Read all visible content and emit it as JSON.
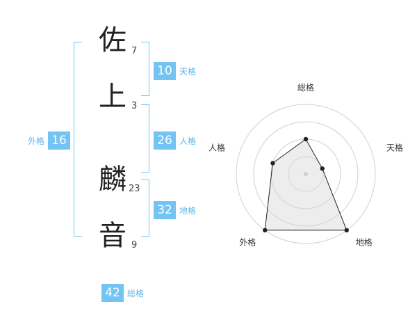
{
  "name": {
    "chars": [
      {
        "char": "佐",
        "strokes": "7"
      },
      {
        "char": "上",
        "strokes": "3"
      },
      {
        "char": "麟",
        "strokes": "23"
      },
      {
        "char": "音",
        "strokes": "9"
      }
    ]
  },
  "fortune": {
    "tenkaku": {
      "value": "10",
      "label": "天格"
    },
    "jinkaku": {
      "value": "26",
      "label": "人格"
    },
    "chikaku": {
      "value": "32",
      "label": "地格"
    },
    "gaikaku": {
      "value": "16",
      "label": "外格"
    },
    "soukaku": {
      "value": "42",
      "label": "総格"
    }
  },
  "colors": {
    "accent": "#74c4f3",
    "label": "#5ab5ea"
  },
  "chart_data": {
    "type": "radar",
    "axes": [
      "総格",
      "天格",
      "地格",
      "外格",
      "人格"
    ],
    "rings": 4,
    "values": [
      2,
      1,
      4,
      4,
      2
    ],
    "max": 4
  }
}
